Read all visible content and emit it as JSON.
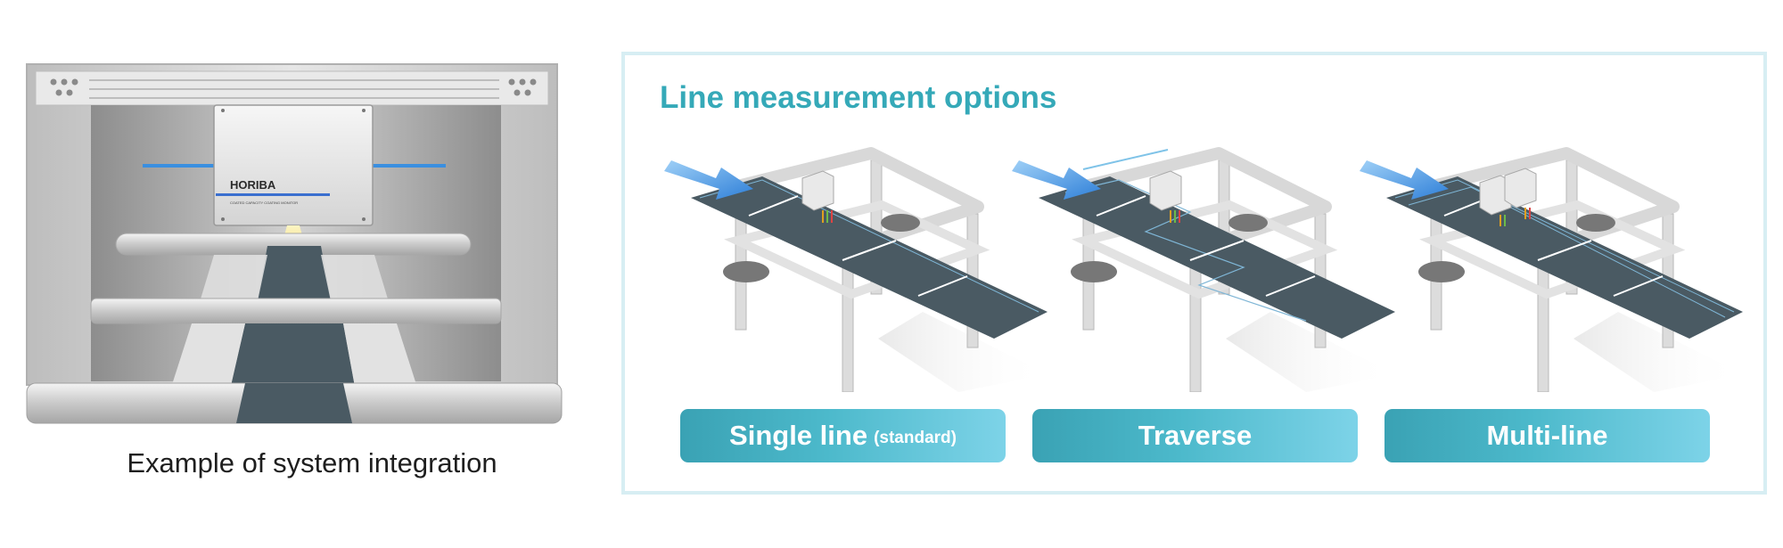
{
  "integration": {
    "caption": "Example of system integration",
    "device_brand": "HORIBA",
    "device_subtitle": "COATED CAPACITY COATING MONITOR"
  },
  "options": {
    "title": "Line measurement options",
    "items": [
      {
        "label": "Single line",
        "sublabel": "(standard)"
      },
      {
        "label": "Traverse",
        "sublabel": ""
      },
      {
        "label": "Multi-line",
        "sublabel": ""
      }
    ]
  },
  "colors": {
    "accent_teal": "#35a9b8",
    "arrow_blue": "#3a8fe0",
    "web_dark": "#4a5a63",
    "frame_light": "#eeeeee"
  }
}
